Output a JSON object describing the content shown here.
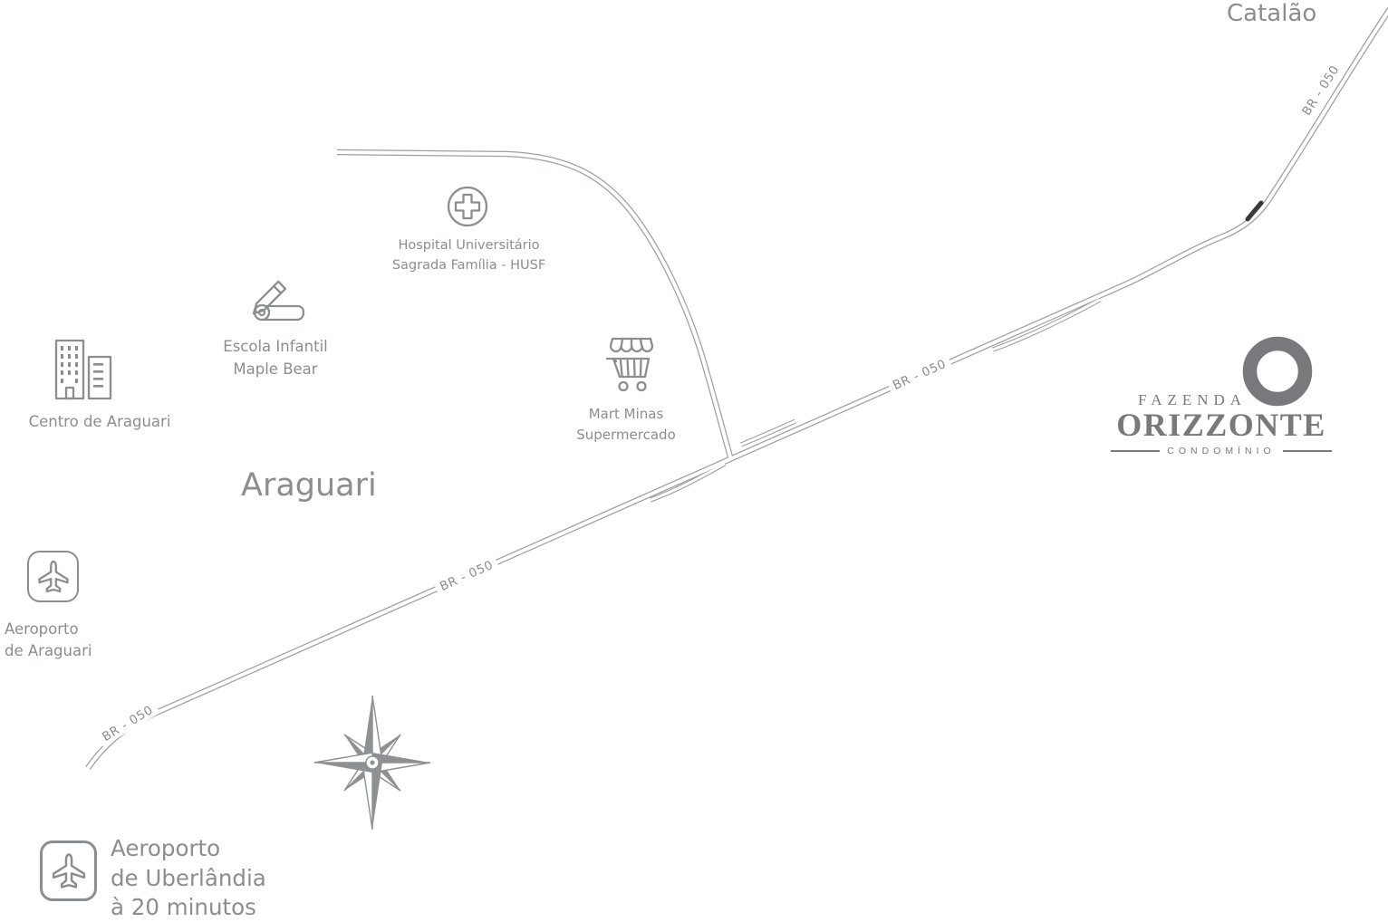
{
  "map": {
    "catalao": "Catalão",
    "araguari": "Araguari",
    "road_label": "BR - 050",
    "pois": {
      "hospital": {
        "lines": [
          "Hospital Universitário",
          "Sagrada Família - HUSF"
        ]
      },
      "school": {
        "lines": [
          "Escola Infantil",
          "Maple Bear"
        ]
      },
      "centro": {
        "label": "Centro de Araguari"
      },
      "mart": {
        "lines": [
          "Mart Minas",
          "Supermercado"
        ]
      },
      "airport_araguari": {
        "lines": [
          "Aeroporto",
          "de Araguari"
        ]
      },
      "airport_uberlandia": {
        "lines": [
          "Aeroporto",
          "de Uberlândia",
          "à 20 minutos"
        ]
      }
    },
    "logo": {
      "top": "FAZENDA",
      "name": "ORIZZONTE",
      "sub": "CONDOMÍNIO"
    },
    "colors": {
      "ink": "#8a8e91",
      "road": "#9aa0a3",
      "logo_gray": "#77797c"
    }
  }
}
